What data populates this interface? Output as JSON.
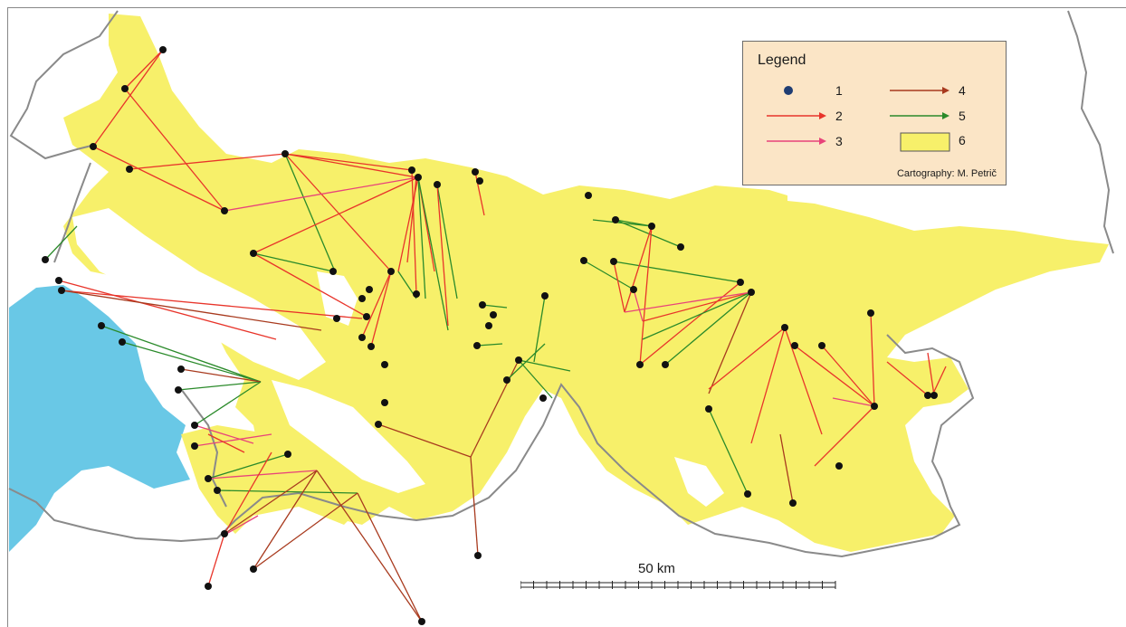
{
  "legend": {
    "title": "Legend",
    "items": [
      {
        "key": "1",
        "symbol": "dot",
        "color": "#1f3d73"
      },
      {
        "key": "2",
        "symbol": "arrow",
        "color": "#e8342a"
      },
      {
        "key": "3",
        "symbol": "arrow",
        "color": "#e8437a"
      },
      {
        "key": "4",
        "symbol": "arrow",
        "color": "#a83a1e"
      },
      {
        "key": "5",
        "symbol": "arrow",
        "color": "#2a8a2a"
      },
      {
        "key": "6",
        "symbol": "box",
        "color": "#f7f06a"
      }
    ],
    "credit": "Cartography: M. Petrič"
  },
  "scale": {
    "label": "50 km"
  },
  "colors": {
    "karst": "#f7f06a",
    "sea": "#69c8e6",
    "border": "#8a8a8a",
    "point": "#111111"
  }
}
